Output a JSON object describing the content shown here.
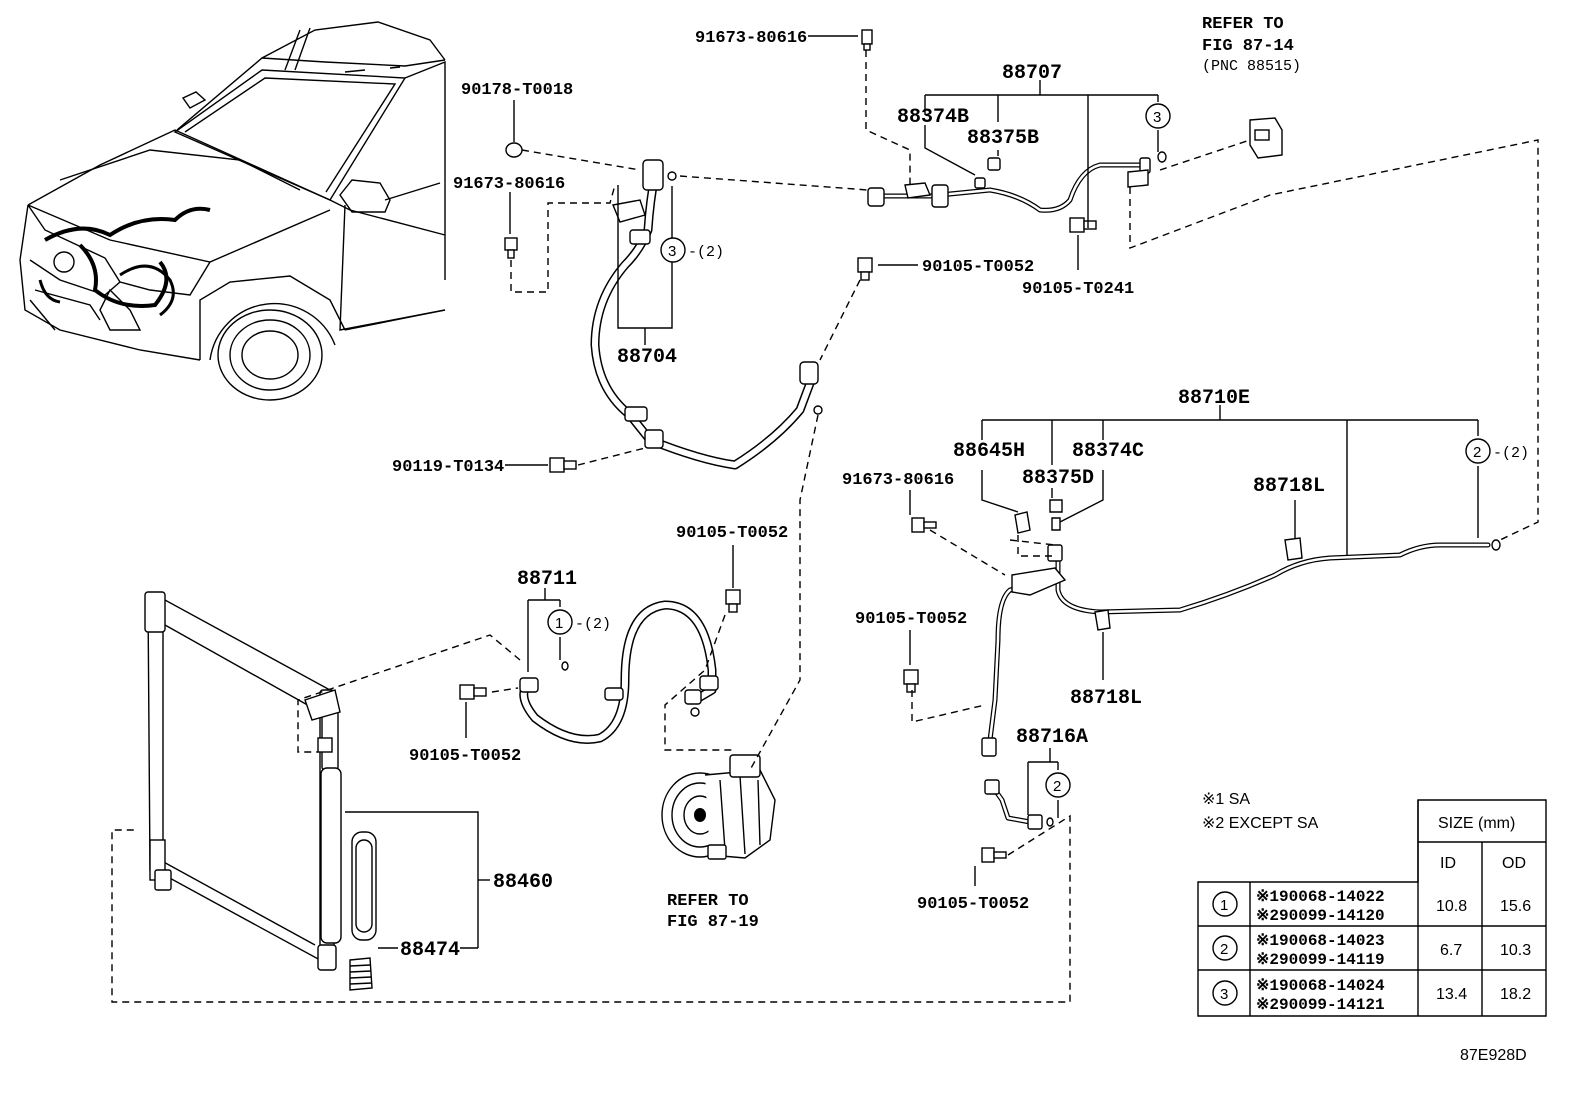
{
  "labels": {
    "l_91673_top": "91673-80616",
    "l_90178": "90178-T0018",
    "l_91673_left": "91673-80616",
    "l_88704": "88704",
    "l_88704_qty": "3",
    "l_88704_qty2": "-(2)",
    "l_90119": "90119-T0134",
    "l_90105_mid": "90105-T0052",
    "l_88707": "88707",
    "l_88374B": "88374B",
    "l_88375B": "88375B",
    "l_88707_circ": "3",
    "l_90105_T0241": "90105-T0241",
    "l_88710E": "88710E",
    "l_88645H": "88645H",
    "l_88374C": "88374C",
    "l_88375D": "88375D",
    "l_91673_right": "91673-80616",
    "l_88718L_top": "88718L",
    "l_88718L_bot": "88718L",
    "l_88710E_circ": "2",
    "l_88710E_qty": "-(2)",
    "l_90105_right": "90105-T0052",
    "l_88716A": "88716A",
    "l_88716A_circ": "2",
    "l_90105_bottom": "90105-T0052",
    "l_88711": "88711",
    "l_88711_circ": "1",
    "l_88711_qty": "-(2)",
    "l_90105_left": "90105-T0052",
    "l_90105_hose": "90105-T0052",
    "l_88460": "88460",
    "l_88474": "88474"
  },
  "refs": {
    "refer_to_top_1": "REFER TO",
    "refer_to_top_2": "FIG 87-14",
    "refer_to_top_3": "(PNC 88515)",
    "refer_to_comp_1": "REFER TO",
    "refer_to_comp_2": "FIG 87-19"
  },
  "notes": {
    "note1": "※1 SA",
    "note2": "※2 EXCEPT SA"
  },
  "table": {
    "size_header": "SIZE (mm)",
    "id_header": "ID",
    "od_header": "OD",
    "rows": [
      {
        "num": "1",
        "part1": "※190068-14022",
        "part2": "※290099-14120",
        "id": "10.8",
        "od": "15.6"
      },
      {
        "num": "2",
        "part1": "※190068-14023",
        "part2": "※290099-14119",
        "id": "6.7",
        "od": "10.3"
      },
      {
        "num": "3",
        "part1": "※190068-14024",
        "part2": "※290099-14121",
        "id": "13.4",
        "od": "18.2"
      }
    ]
  },
  "figure_id": "87E928D"
}
